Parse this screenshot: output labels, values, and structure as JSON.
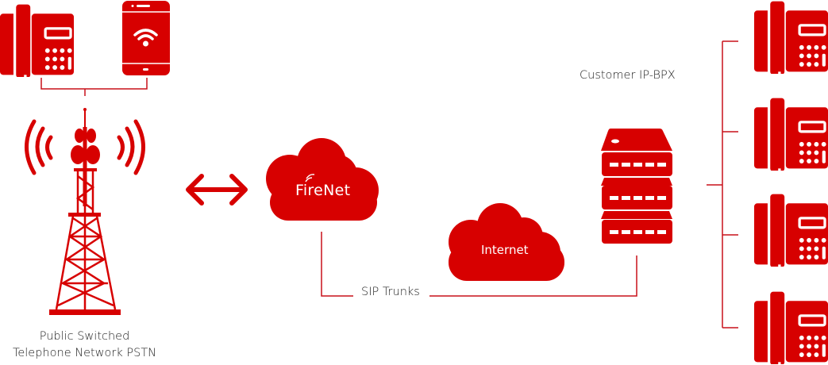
{
  "diagram": {
    "title": "FireNet SIP Trunking Network",
    "accent_color": "#d70000",
    "line_color": "#c8101a",
    "nodes": {
      "pstn": {
        "icon": "cell-tower-icon",
        "label_line1": "Public Switched",
        "label_line2": "Telephone Network PSTN",
        "devices": [
          {
            "icon": "desk-phone-icon"
          },
          {
            "icon": "smartphone-wifi-icon"
          }
        ]
      },
      "firenet": {
        "icon": "cloud-icon",
        "label": "FireNet"
      },
      "internet": {
        "icon": "cloud-icon",
        "label": "Internet"
      },
      "pbx": {
        "icon": "server-stack-icon",
        "label": "Customer IP-BPX"
      },
      "extensions": [
        {
          "icon": "desk-phone-icon"
        },
        {
          "icon": "desk-phone-icon"
        },
        {
          "icon": "desk-phone-icon"
        },
        {
          "icon": "desk-phone-icon"
        }
      ]
    },
    "connections": [
      {
        "from": "pstn",
        "to": "firenet",
        "style": "double-arrow"
      },
      {
        "from": "firenet",
        "to": "pbx",
        "label": "SIP Trunks"
      },
      {
        "from": "pbx",
        "to": "extensions",
        "style": "bracket"
      }
    ]
  }
}
